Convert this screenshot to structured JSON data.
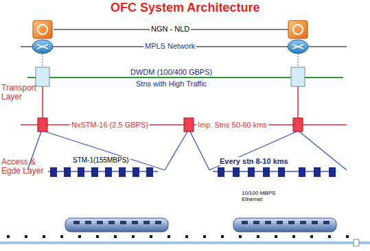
{
  "diagram": {
    "title": "OFC System Architecture",
    "labels": [
      "NGN - NLD",
      "MPLS Network",
      "DWDM (100/400 GBPS)",
      "Stns with High Traffic",
      "Transport Layer",
      "NxSTM-16 (2.5 GBPS)",
      "Imp. Stns 50-60 kms",
      "Access & Egde Layer",
      "STM-1(155MBPS)",
      "Every stn 8-10 kms",
      "10/100 MBPS Ethernet"
    ]
  }
}
